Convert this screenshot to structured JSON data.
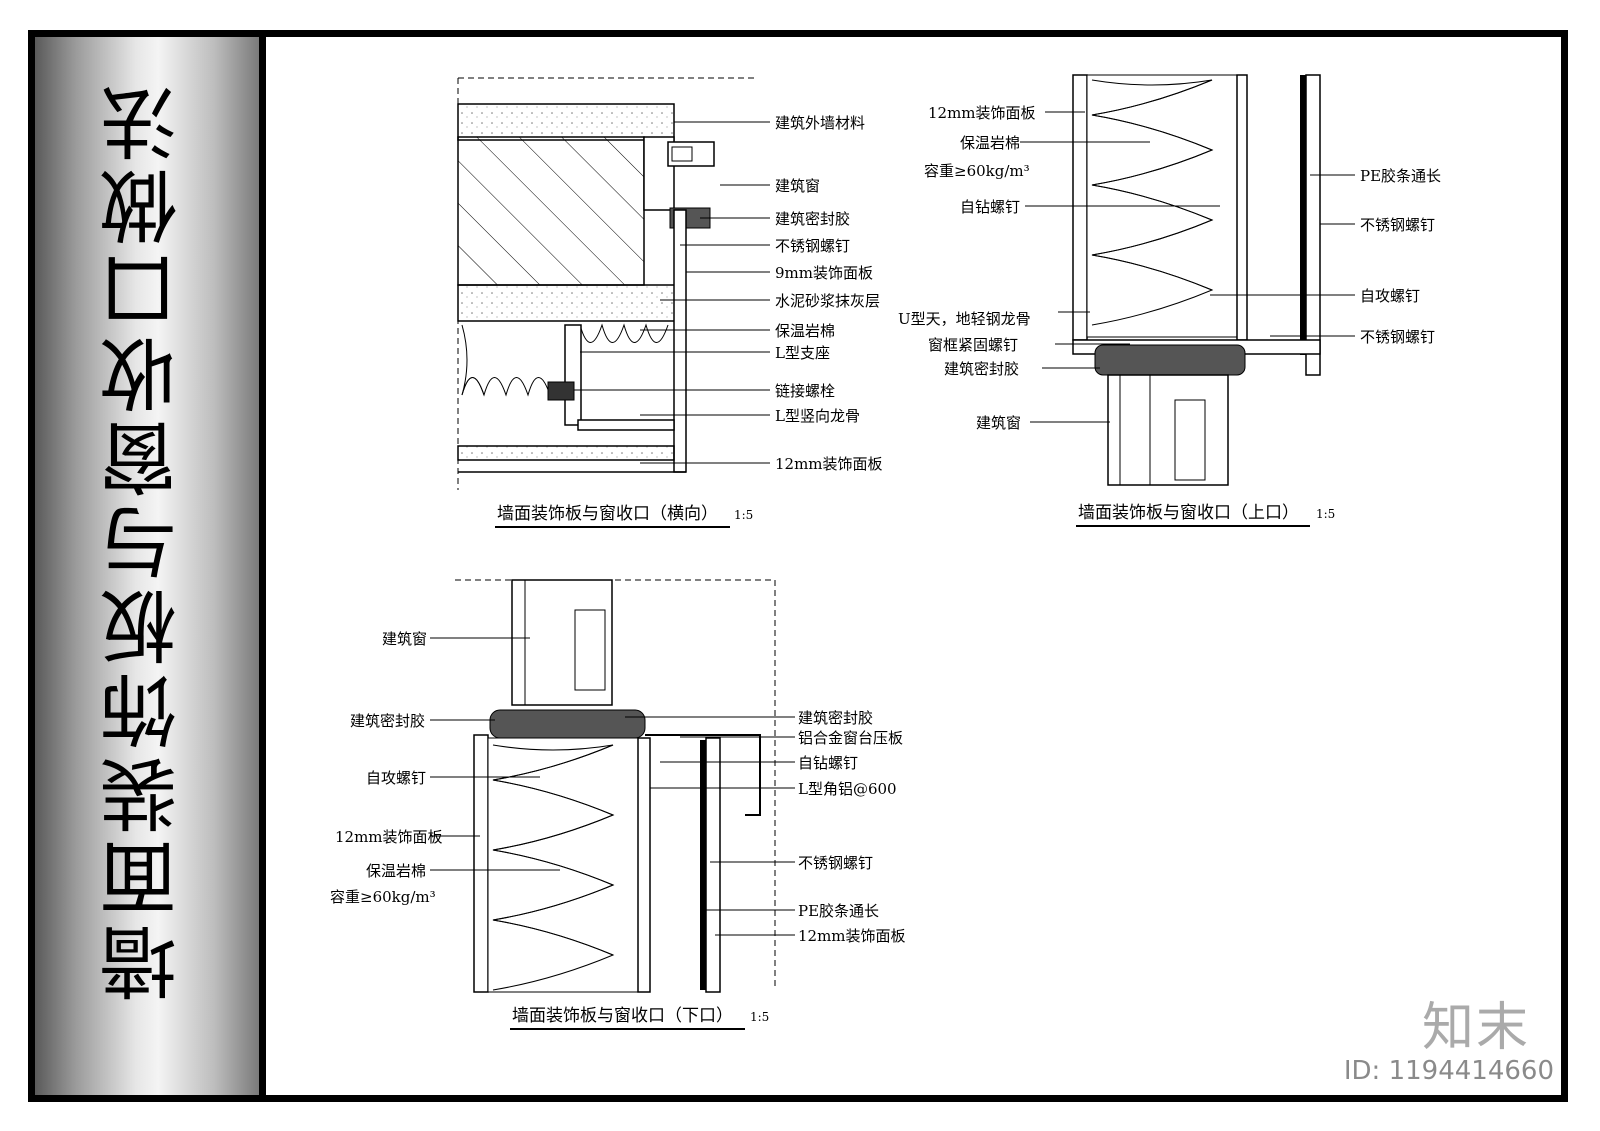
{
  "sheet_title": "墙面装饰板与窗收口做法",
  "details": {
    "horizontal": {
      "caption": "墙面装饰板与窗收口（横向）",
      "scale": "1:5",
      "labels": [
        "建筑外墙材料",
        "建筑窗",
        "建筑密封胶",
        "不锈钢螺钉",
        "9mm装饰面板",
        "水泥砂浆抹灰层",
        "保温岩棉",
        "L型支座",
        "链接螺栓",
        "L型竖向龙骨",
        "12mm装饰面板"
      ]
    },
    "top": {
      "caption": "墙面装饰板与窗收口（上口）",
      "scale": "1:5",
      "labels_left": [
        "12mm装饰面板",
        "保温岩棉",
        "容重≥60kg/m³",
        "自钻螺钉",
        "U型天，地轻钢龙骨",
        "窗框紧固螺钉",
        "建筑密封胶",
        "建筑窗"
      ],
      "labels_right": [
        "PE胶条通长",
        "不锈钢螺钉",
        "自攻螺钉",
        "不锈钢螺钉"
      ]
    },
    "bottom": {
      "caption": "墙面装饰板与窗收口（下口）",
      "scale": "1:5",
      "labels_left": [
        "建筑窗",
        "建筑密封胶",
        "自攻螺钉",
        "12mm装饰面板",
        "保温岩棉",
        "容重≥60kg/m³"
      ],
      "labels_right": [
        "建筑密封胶",
        "铝合金窗台压板",
        "自钻螺钉",
        "L型角铝@600",
        "不锈钢螺钉",
        "PE胶条通长",
        "12mm装饰面板"
      ]
    }
  },
  "watermark": {
    "logo": "知末",
    "id": "ID: 1194414660"
  }
}
